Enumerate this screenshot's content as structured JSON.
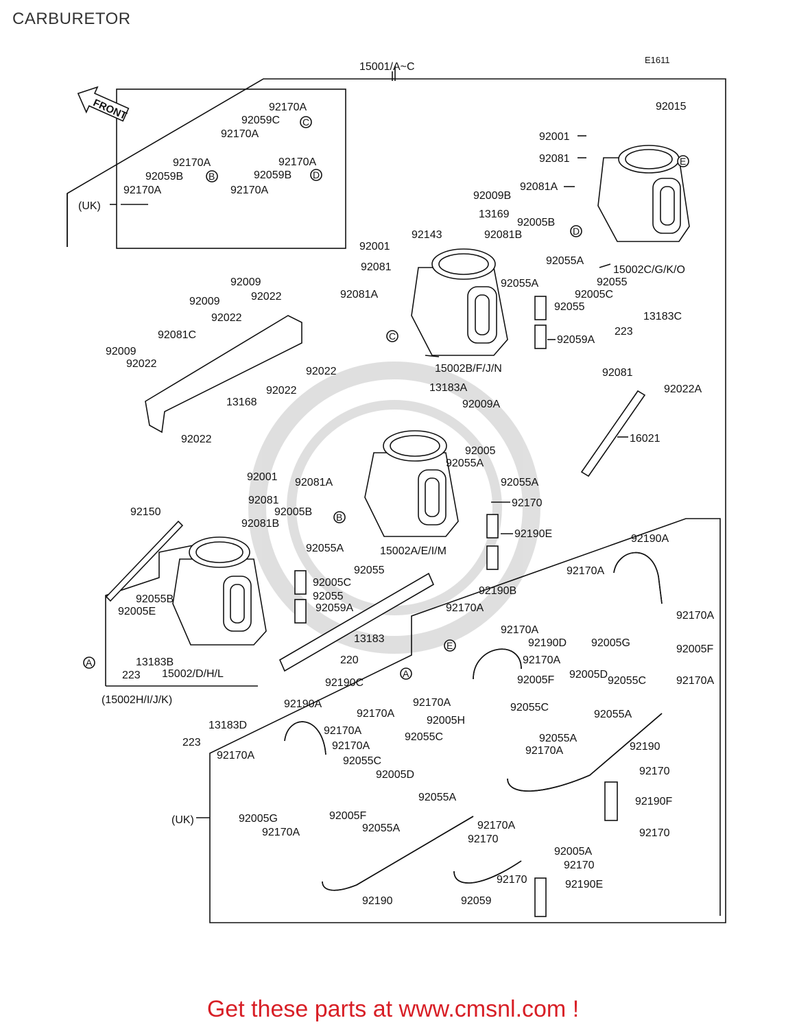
{
  "page": {
    "title": "CARBURETOR"
  },
  "diagram": {
    "code": "E1611",
    "assembly": "15001/A~C",
    "front": "FRONT",
    "uk": "(UK)",
    "markers": {
      "A": "A",
      "B": "B",
      "C": "C",
      "D": "D",
      "E": "E"
    },
    "labels": [
      {
        "id": "l1",
        "text": "92170A"
      },
      {
        "id": "l2",
        "text": "92059C"
      },
      {
        "id": "l3",
        "text": "92170A"
      },
      {
        "id": "l4",
        "text": "92170A"
      },
      {
        "id": "l5",
        "text": "92059B"
      },
      {
        "id": "l6",
        "text": "92170A"
      },
      {
        "id": "l7",
        "text": "92170A"
      },
      {
        "id": "l8",
        "text": "92059B"
      },
      {
        "id": "l9",
        "text": "92170A"
      },
      {
        "id": "l10",
        "text": "92015"
      },
      {
        "id": "l11",
        "text": "92001"
      },
      {
        "id": "l12",
        "text": "92081"
      },
      {
        "id": "l13",
        "text": "92081A"
      },
      {
        "id": "l14",
        "text": "92009B"
      },
      {
        "id": "l15",
        "text": "13169"
      },
      {
        "id": "l16",
        "text": "92005B"
      },
      {
        "id": "l17",
        "text": "92143"
      },
      {
        "id": "l18",
        "text": "92081B"
      },
      {
        "id": "l19",
        "text": "92001"
      },
      {
        "id": "l20",
        "text": "92081"
      },
      {
        "id": "l21",
        "text": "92055A"
      },
      {
        "id": "l22",
        "text": "15002C/G/K/O"
      },
      {
        "id": "l23",
        "text": "92055"
      },
      {
        "id": "l24",
        "text": "92005C"
      },
      {
        "id": "l25",
        "text": "92055A"
      },
      {
        "id": "l26",
        "text": "92055"
      },
      {
        "id": "l27",
        "text": "92081A"
      },
      {
        "id": "l28",
        "text": "13183C"
      },
      {
        "id": "l29",
        "text": "223"
      },
      {
        "id": "l30",
        "text": "92059A"
      },
      {
        "id": "l31",
        "text": "15002B/F/J/N"
      },
      {
        "id": "l32",
        "text": "92009"
      },
      {
        "id": "l33",
        "text": "92022"
      },
      {
        "id": "l34",
        "text": "92009"
      },
      {
        "id": "l35",
        "text": "92022"
      },
      {
        "id": "l36",
        "text": "92081C"
      },
      {
        "id": "l37",
        "text": "92009"
      },
      {
        "id": "l38",
        "text": "92022"
      },
      {
        "id": "l39",
        "text": "92022"
      },
      {
        "id": "l40",
        "text": "13168"
      },
      {
        "id": "l41",
        "text": "92022"
      },
      {
        "id": "l42",
        "text": "92022"
      },
      {
        "id": "l43",
        "text": "13183A"
      },
      {
        "id": "l44",
        "text": "92009A"
      },
      {
        "id": "l45",
        "text": "92081"
      },
      {
        "id": "l46",
        "text": "92022A"
      },
      {
        "id": "l47",
        "text": "16021"
      },
      {
        "id": "l48",
        "text": "92005"
      },
      {
        "id": "l49",
        "text": "92055A"
      },
      {
        "id": "l50",
        "text": "92055A"
      },
      {
        "id": "l51",
        "text": "92081A"
      },
      {
        "id": "l52",
        "text": "92001"
      },
      {
        "id": "l53",
        "text": "92081"
      },
      {
        "id": "l54",
        "text": "92005B"
      },
      {
        "id": "l55",
        "text": "92081B"
      },
      {
        "id": "l56",
        "text": "92170"
      },
      {
        "id": "l57",
        "text": "92150"
      },
      {
        "id": "l58",
        "text": "92055A"
      },
      {
        "id": "l59",
        "text": "15002A/E/I/M"
      },
      {
        "id": "l60",
        "text": "92190E"
      },
      {
        "id": "l61",
        "text": "92055"
      },
      {
        "id": "l62",
        "text": "92005C"
      },
      {
        "id": "l63",
        "text": "92190A"
      },
      {
        "id": "l64",
        "text": "92055B"
      },
      {
        "id": "l65",
        "text": "92055"
      },
      {
        "id": "l66",
        "text": "92170A"
      },
      {
        "id": "l67",
        "text": "92005E"
      },
      {
        "id": "l68",
        "text": "92059A"
      },
      {
        "id": "l69",
        "text": "92190B"
      },
      {
        "id": "l70",
        "text": "92170A"
      },
      {
        "id": "l71",
        "text": "92170A"
      },
      {
        "id": "l72",
        "text": "92170A"
      },
      {
        "id": "l73",
        "text": "13183"
      },
      {
        "id": "l74",
        "text": "92005G"
      },
      {
        "id": "l75",
        "text": "92005F"
      },
      {
        "id": "l76",
        "text": "13183B"
      },
      {
        "id": "l77",
        "text": "92190D"
      },
      {
        "id": "l78",
        "text": "223"
      },
      {
        "id": "l79",
        "text": "15002/D/H/L"
      },
      {
        "id": "l80",
        "text": "220"
      },
      {
        "id": "l81",
        "text": "92170A"
      },
      {
        "id": "l82",
        "text": "92055C"
      },
      {
        "id": "l83",
        "text": "92170A"
      },
      {
        "id": "l84",
        "text": "92005F"
      },
      {
        "id": "l85",
        "text": "92005D"
      },
      {
        "id": "l86",
        "text": "(15002H/I/J/K)"
      },
      {
        "id": "l87",
        "text": "92190C"
      },
      {
        "id": "l88",
        "text": "92170A"
      },
      {
        "id": "l89",
        "text": "92170A"
      },
      {
        "id": "l90",
        "text": "92190A"
      },
      {
        "id": "l91",
        "text": "92055C"
      },
      {
        "id": "l92",
        "text": "92055A"
      },
      {
        "id": "l93",
        "text": "13183D"
      },
      {
        "id": "l94",
        "text": "92170A"
      },
      {
        "id": "l95",
        "text": "92005H"
      },
      {
        "id": "l96",
        "text": "92055A"
      },
      {
        "id": "l97",
        "text": "92190"
      },
      {
        "id": "l98",
        "text": "223"
      },
      {
        "id": "l99",
        "text": "92170A"
      },
      {
        "id": "l100",
        "text": "92055C"
      },
      {
        "id": "l101",
        "text": "92170A"
      },
      {
        "id": "l102",
        "text": "92170A"
      },
      {
        "id": "l103",
        "text": "92055C"
      },
      {
        "id": "l104",
        "text": "92170"
      },
      {
        "id": "l105",
        "text": "92005D"
      },
      {
        "id": "l106",
        "text": "92055A"
      },
      {
        "id": "l107",
        "text": "92190F"
      },
      {
        "id": "l108",
        "text": "92005G"
      },
      {
        "id": "l109",
        "text": "92005F"
      },
      {
        "id": "l110",
        "text": "92170A"
      },
      {
        "id": "l111",
        "text": "92055A"
      },
      {
        "id": "l112",
        "text": "92170"
      },
      {
        "id": "l113",
        "text": "92170"
      },
      {
        "id": "l114",
        "text": "92170A"
      },
      {
        "id": "l115",
        "text": "92005A"
      },
      {
        "id": "l116",
        "text": "92170"
      },
      {
        "id": "l117",
        "text": "92170"
      },
      {
        "id": "l118",
        "text": "92190"
      },
      {
        "id": "l119",
        "text": "92059"
      },
      {
        "id": "l120",
        "text": "92190E"
      },
      {
        "id": "l121",
        "text": "(UK)"
      }
    ]
  },
  "footer": {
    "text": "Get these parts at www.cmsnl.com !",
    "color": "#d81f26"
  }
}
